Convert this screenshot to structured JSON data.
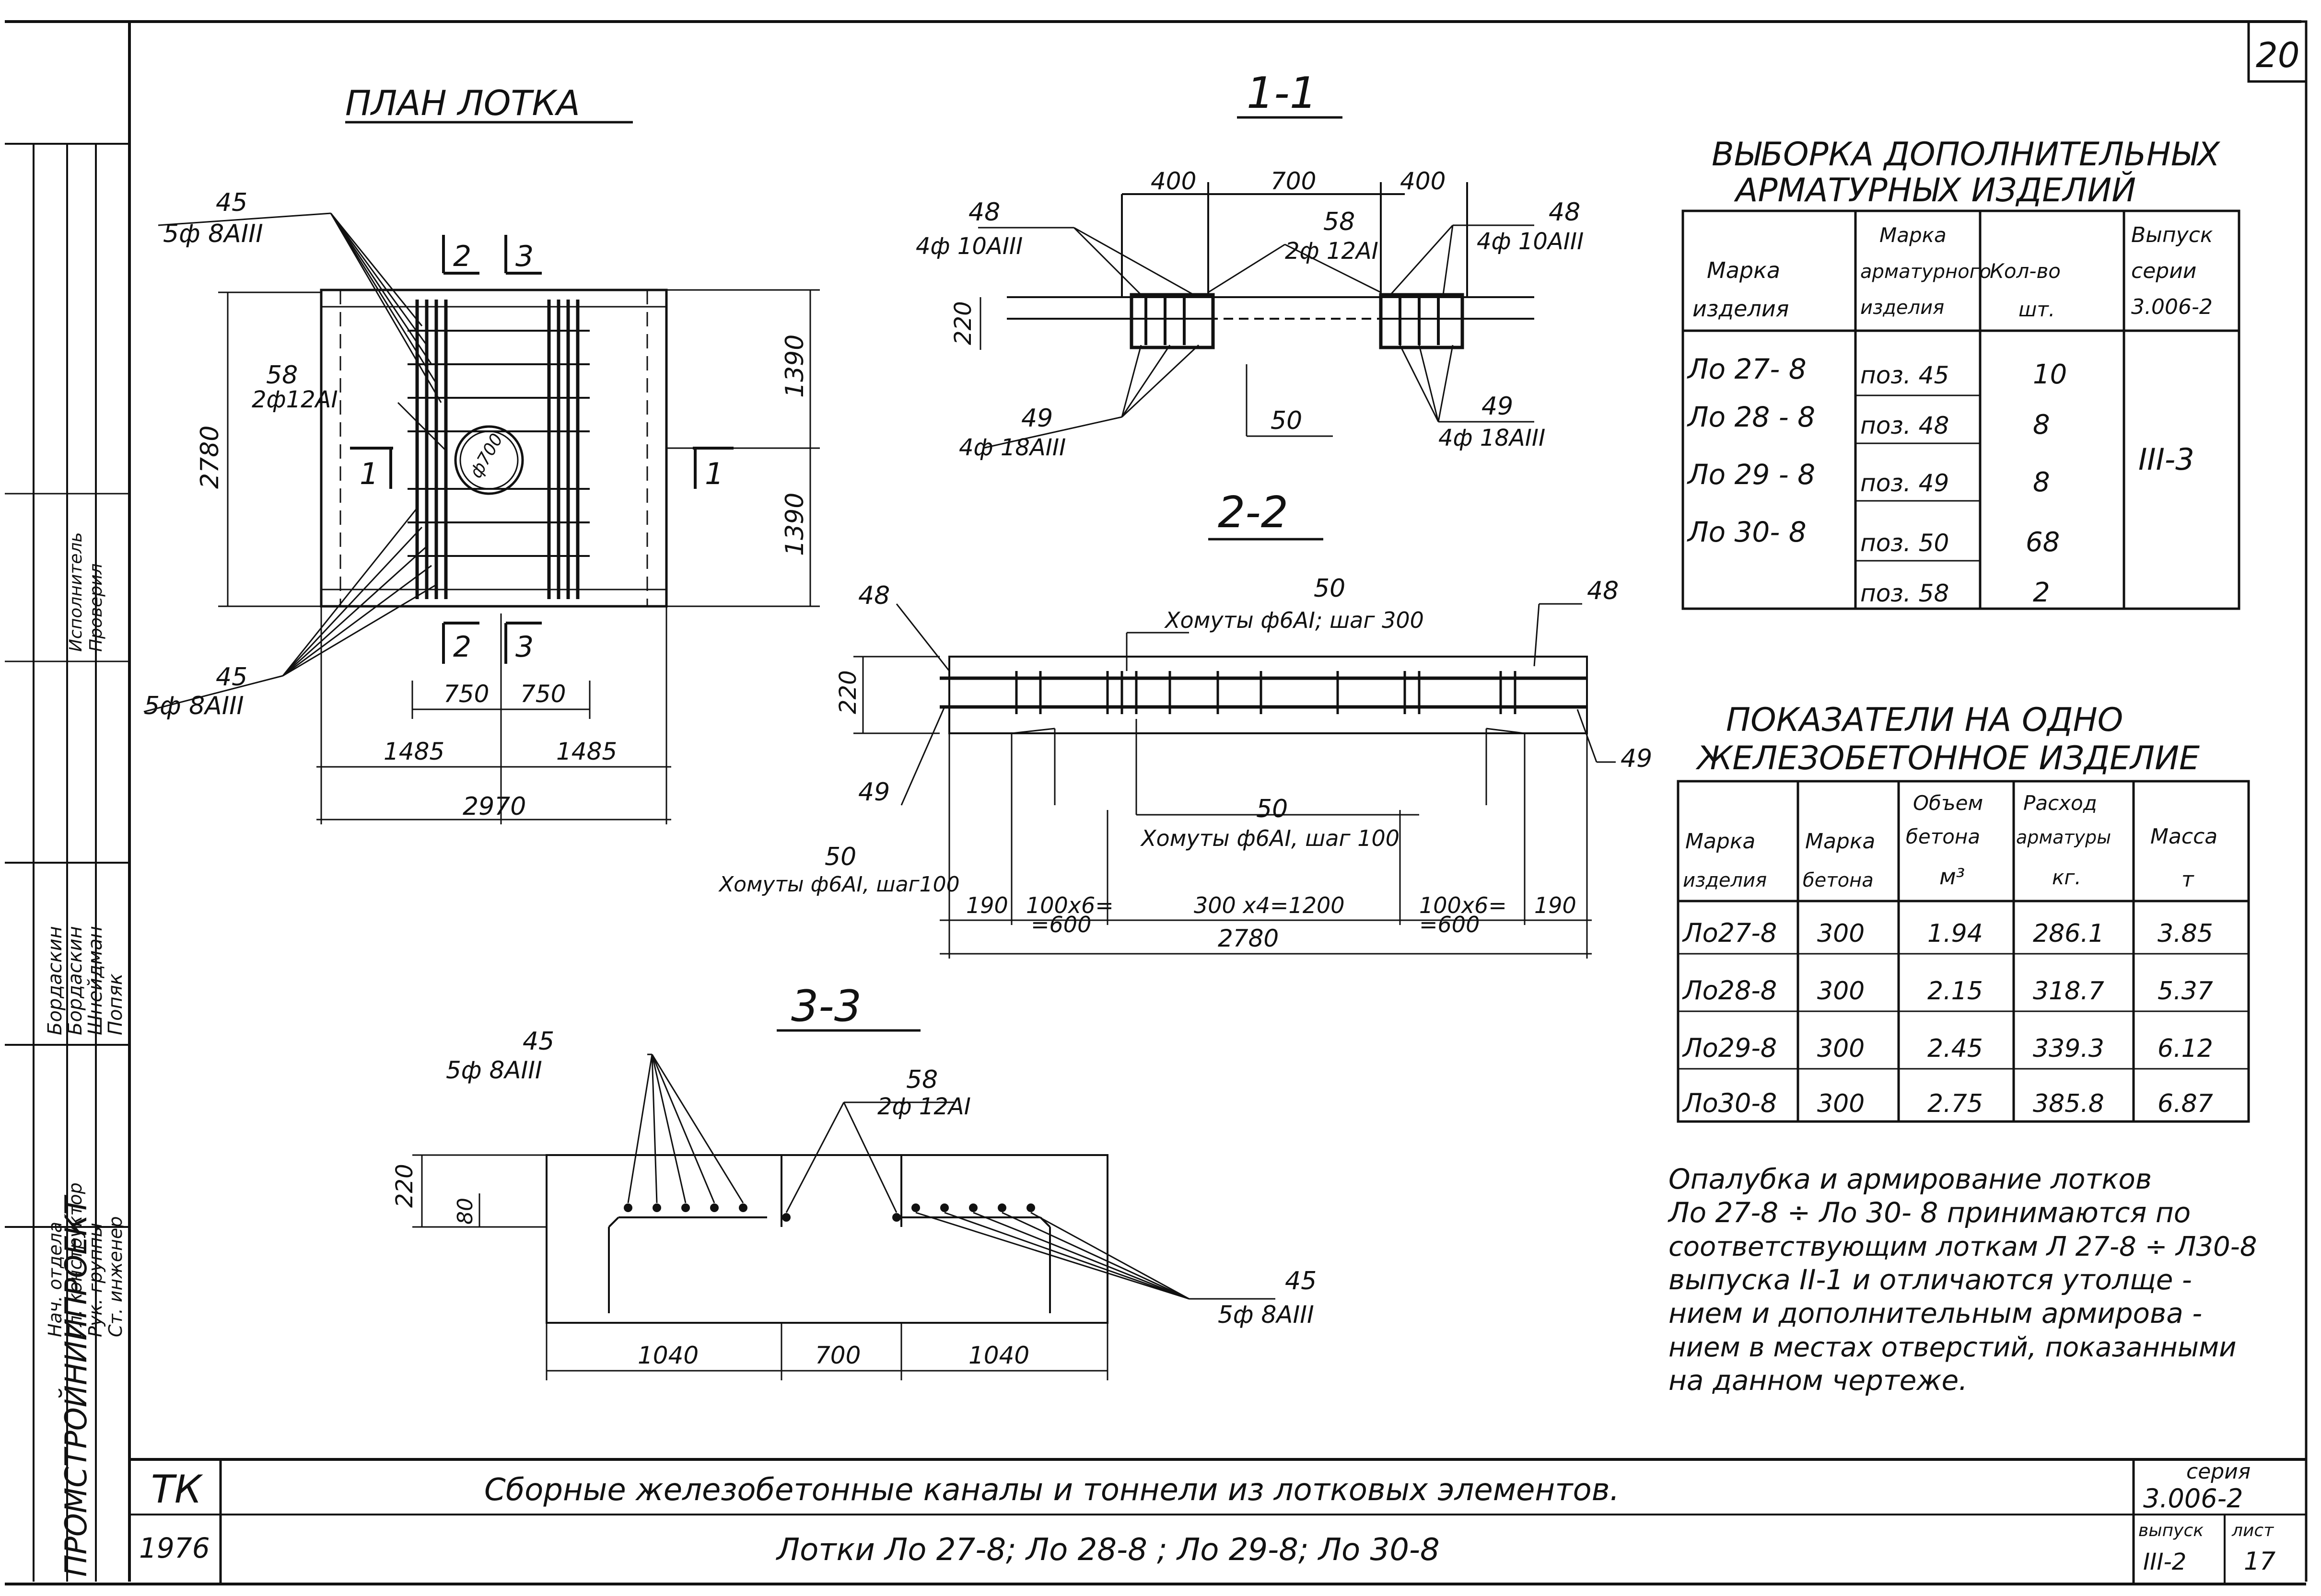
{
  "sheet": {
    "page_number": "20",
    "left_org_text": "ПРОМСТРОЙНИИПРОЕКТ",
    "left_stamp_rows": [
      "Нач. отдела",
      "Гл. конструктор",
      "Рук. группы",
      "Ст. инженер"
    ],
    "left_stamp_names": [
      "Бордаскин",
      "Бордаскин",
      "Шнейдман",
      "Попяк"
    ],
    "left_stamp_top": [
      "Исполнитель",
      "Проверил"
    ]
  },
  "plan": {
    "title": "ПЛАН ЛОТКА",
    "top_left_pos": "45",
    "top_left_rebar": "5ф 8АIII",
    "mid_left_pos": "58",
    "mid_left_rebar": "2ф12АI",
    "bottom_left_pos": "45",
    "bottom_left_rebar": "5ф 8АIII",
    "section2_label": "2",
    "section3_label": "3",
    "section1_label": "1",
    "dim_height": "2780",
    "dim_top_half": "1390",
    "dim_bottom_half": "1390",
    "hole_label": "ф700",
    "dim_750_left": "750",
    "dim_750_right": "750",
    "dim_1485_left": "1485",
    "dim_1485_right": "1485",
    "dim_total": "2970"
  },
  "section11": {
    "title": "1-1",
    "dim_400_left": "400",
    "dim_700": "700",
    "dim_400_right": "400",
    "pos48_left": "48",
    "rebar48_left": "4ф 10АIII",
    "pos58": "58",
    "rebar58": "2ф 12АI",
    "pos48_right": "48",
    "rebar48_right": "4ф 10АIII",
    "dim_220": "220",
    "pos49_left": "49",
    "rebar49_left": "4ф 18АIII",
    "pos50": "50",
    "pos49_right": "49",
    "rebar49_right": "4ф 18АIII"
  },
  "section22": {
    "title": "2-2",
    "pos50_top": "50",
    "stirrups_top": "Хомуты ф6АI; шаг 300",
    "pos48_left": "48",
    "pos48_right": "48",
    "dim_220": "220",
    "pos49_left": "49",
    "pos49_right": "49",
    "pos50_mid": "50",
    "stirrups_mid": "Хомуты ф6АI, шаг 100",
    "pos50_left": "50",
    "stirrups_left": "Хомуты ф6АI, шаг100",
    "dim_190_left": "190",
    "dim_600_left_a": "100х6=",
    "dim_600_left_b": "=600",
    "dim_1200": "300 х4=1200",
    "dim_600_right_a": "100х6=",
    "dim_600_right_b": "=600",
    "dim_190_right": "190",
    "dim_total": "2780"
  },
  "section33": {
    "title": "3-3",
    "pos45_top": "45",
    "rebar45_top": "5ф 8АIII",
    "pos58": "58",
    "rebar58": "2ф 12АI",
    "dim_220": "220",
    "dim_80": "80",
    "pos45_right": "45",
    "rebar45_right": "5ф 8АIII",
    "dim_1040_left": "1040",
    "dim_700": "700",
    "dim_1040_right": "1040"
  },
  "selection_table": {
    "title_line1": "ВЫБОРКА ДОПОЛНИТЕЛЬНЫХ",
    "title_line2": "АРМАТУРНЫХ ИЗДЕЛИЙ",
    "headers": [
      "Марка изделия",
      "Марка арматурного изделия",
      "Кол-во шт.",
      "Выпуск серии 3.006-2"
    ],
    "header_lines": [
      [
        "Марка",
        "изделия"
      ],
      [
        "Марка",
        "арматурного",
        "изделия"
      ],
      [
        "Кол-во",
        "шт."
      ],
      [
        "Выпуск",
        "серии",
        "3.006-2"
      ]
    ],
    "items": [
      "Ло 27- 8",
      "Ло 28 - 8",
      "Ло 29 - 8",
      "Ло 30- 8"
    ],
    "positions": [
      "поз. 45",
      "поз. 48",
      "поз. 49",
      "поз. 50",
      "поз. 58"
    ],
    "quantities": [
      "10",
      "8",
      "8",
      "68",
      "2"
    ],
    "release": "III-3"
  },
  "indicators_table": {
    "title_line1": "ПОКАЗАТЕЛИ НА ОДНО",
    "title_line2": "ЖЕЛЕЗОБЕТОННОЕ ИЗДЕЛИЕ",
    "header_lines": [
      [
        "Марка",
        "изделия"
      ],
      [
        "Марка",
        "бетона"
      ],
      [
        "Объем",
        "бетона",
        "м³"
      ],
      [
        "Расход",
        "арматуры",
        "кг."
      ],
      [
        "Масса",
        "т"
      ]
    ],
    "rows": [
      [
        "Ло27-8",
        "300",
        "1.94",
        "286.1",
        "3.85"
      ],
      [
        "Ло28-8",
        "300",
        "2.15",
        "318.7",
        "5.37"
      ],
      [
        "Ло29-8",
        "300",
        "2.45",
        "339.3",
        "6.12"
      ],
      [
        "Ло30-8",
        "300",
        "2.75",
        "385.8",
        "6.87"
      ]
    ]
  },
  "note": {
    "lines": [
      "Опалубка и армирование лотков",
      "Ло 27-8 ÷ Ло 30- 8 принимаются по",
      "соответствующим лоткам Л 27-8 ÷ Л30-8",
      "выпуска II-1 и отличаются утолще -",
      "нием и дополнительным армирова -",
      "нием в местах отверстий, показанными",
      "на данном чертеже."
    ]
  },
  "title_block": {
    "code": "ТК",
    "year": "1976",
    "title": "Сборные железобетонные каналы и тоннели из лотковых элементов.",
    "subtitle": "Лотки Ло 27-8; Ло 28-8 ; Ло 29-8; Ло 30-8",
    "series_label": "серия",
    "series": "3.006-2",
    "release_label": "выпуск",
    "release": "III-2",
    "sheet_label": "лист",
    "sheet": "17"
  }
}
